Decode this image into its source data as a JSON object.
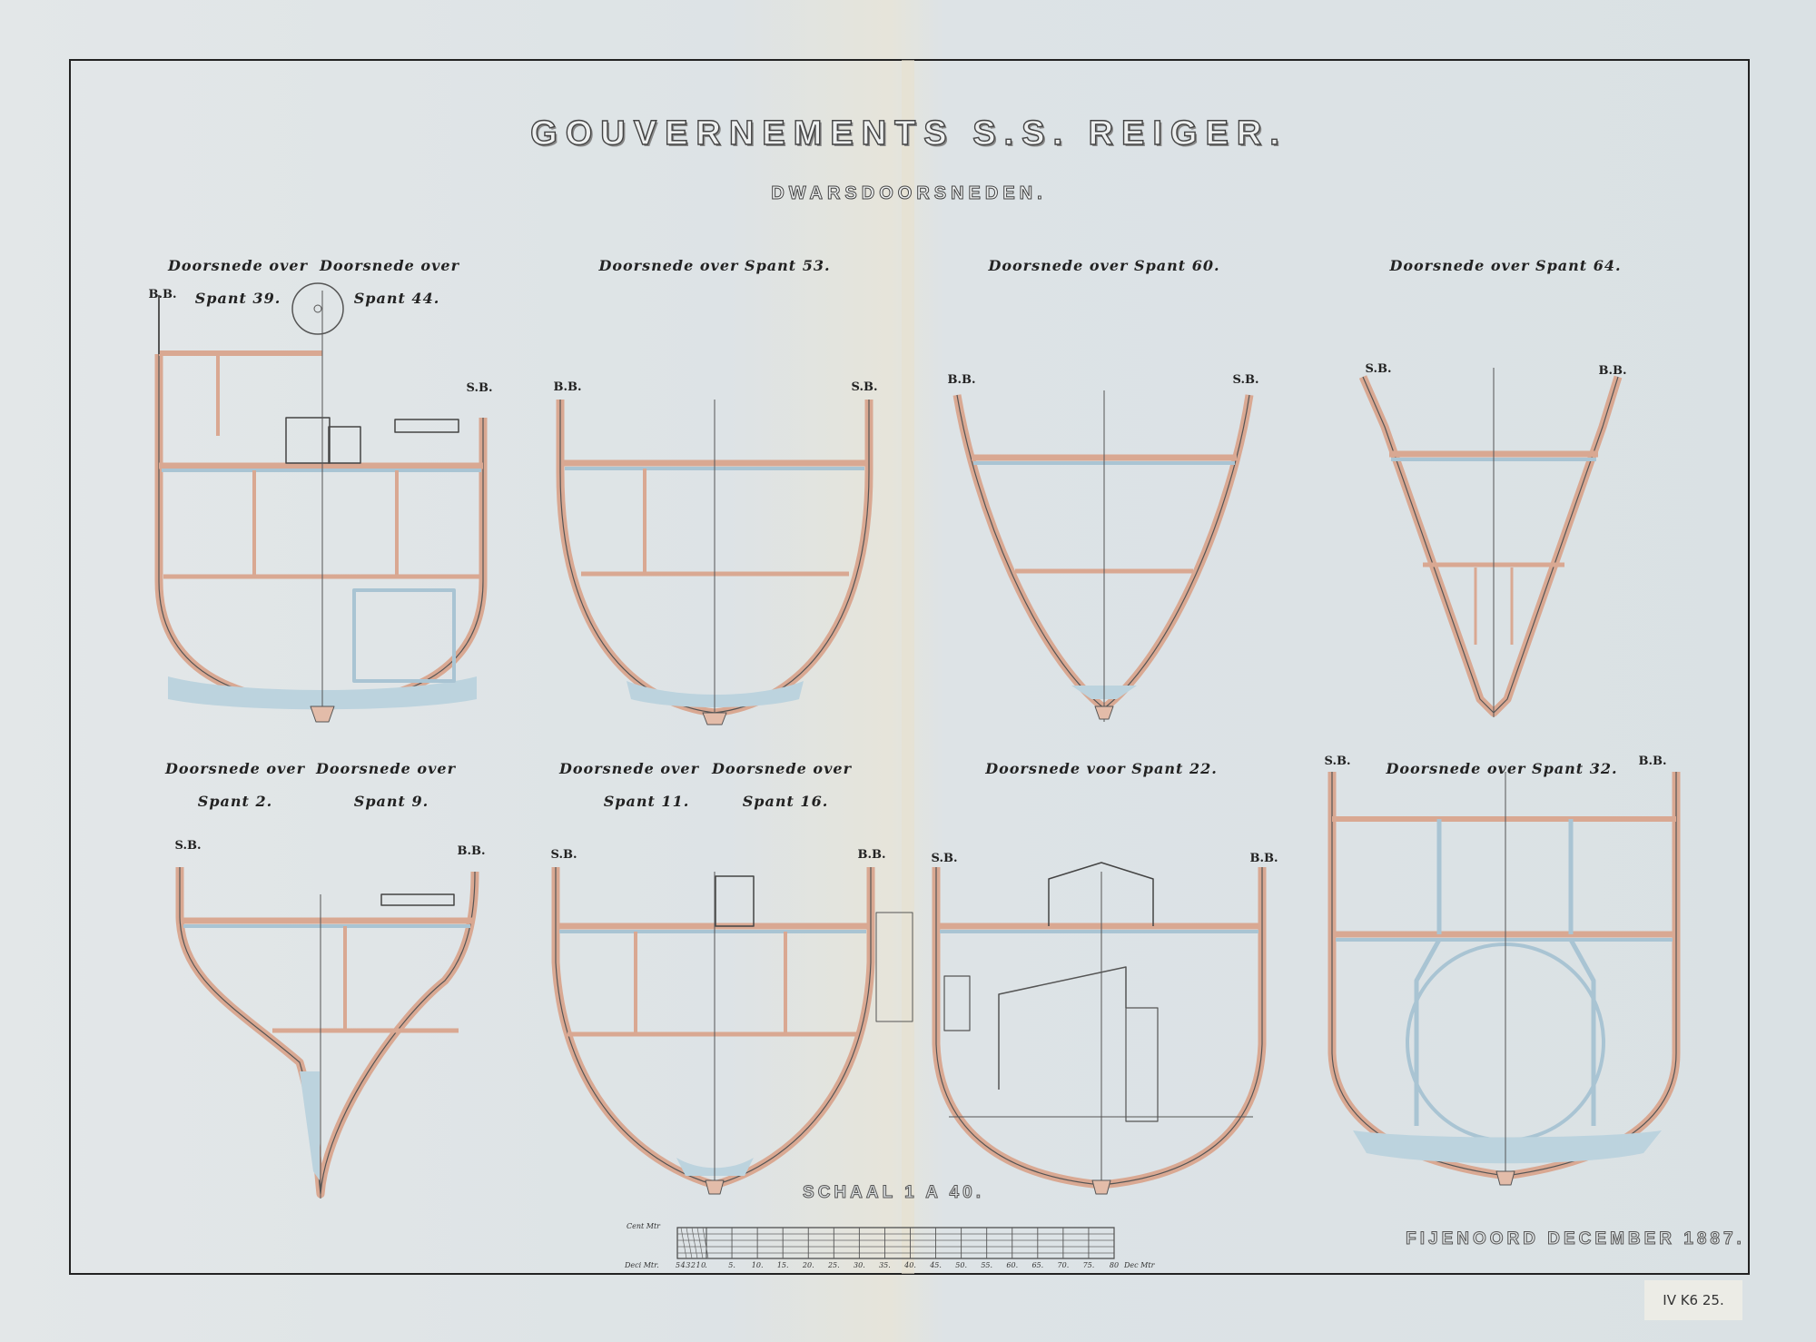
{
  "title": "GOUVERNEMENTS S.S. REIGER.",
  "subtitle": "DWARSDOORSNEDEN.",
  "sections_top": [
    {
      "line1_left": "Doorsnede over",
      "line2_left": "Spant 39.",
      "line1_right": "Doorsnede over",
      "line2_right": "Spant 44.",
      "port": "B.B.",
      "starboard": "S.B."
    },
    {
      "label": "Doorsnede over Spant 53.",
      "port": "B.B.",
      "starboard": "S.B."
    },
    {
      "label": "Doorsnede over Spant 60.",
      "port": "B.B.",
      "starboard": "S.B."
    },
    {
      "label": "Doorsnede over Spant 64.",
      "starboard": "S.B.",
      "port": "B.B."
    }
  ],
  "sections_bottom": [
    {
      "line1_left": "Doorsnede over",
      "line2_left": "Spant 2.",
      "line1_right": "Doorsnede over",
      "line2_right": "Spant 9.",
      "starboard": "S.B.",
      "port": "B.B."
    },
    {
      "line1_left": "Doorsnede over",
      "line2_left": "Spant 11.",
      "line1_right": "Doorsnede over",
      "line2_right": "Spant 16.",
      "starboard": "S.B.",
      "port": "B.B."
    },
    {
      "label": "Doorsnede voor Spant 22.",
      "starboard": "S.B.",
      "port": "B.B."
    },
    {
      "label": "Doorsnede over Spant 32.",
      "starboard": "S.B.",
      "port": "B.B."
    }
  ],
  "scale": {
    "label": "SCHAAL 1 A 40.",
    "top_unit": "Cent Mtr",
    "bottom_unit": "Deci Mtr.",
    "sub_ticks": "5 4 3 2 1 0.",
    "ticks": [
      "5.",
      "10.",
      "15.",
      "20.",
      "25.",
      "30.",
      "35.",
      "40.",
      "45.",
      "50.",
      "55.",
      "60.",
      "65.",
      "70.",
      "75.",
      "80"
    ],
    "end_unit": "Dec Mtr"
  },
  "footer": "FIJENOORD DECEMBER 1887.",
  "catalog_label": "IV K6 25.",
  "colors": {
    "paper": "#dfe3e4",
    "ink": "#333333",
    "hull_outer": "#d9a892",
    "hull_inner": "#a9c4d3"
  }
}
